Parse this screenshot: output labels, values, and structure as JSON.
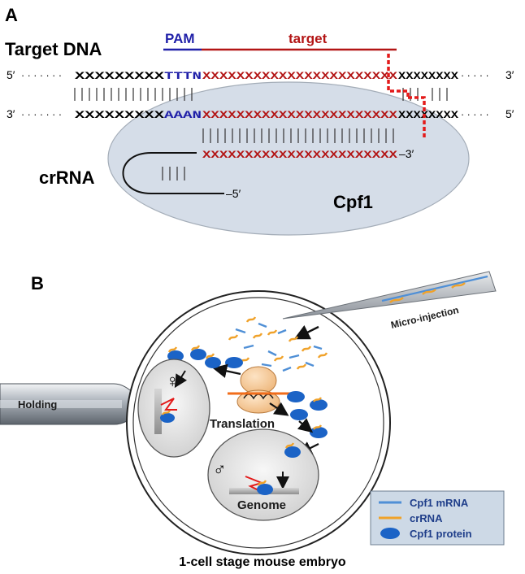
{
  "panel_a": {
    "letter": "A",
    "target_dna_label": "Target DNA",
    "pam_label": "PAM",
    "target_label": "target",
    "top_strand": {
      "five_prime": "5′",
      "three_prime": "3′",
      "left_seq": "XXXXXXXXX",
      "pam_seq": "TTTN",
      "target_seq": "XXXXXXXXXXXXXXXXXXXXXXX",
      "right_seq": "XXXXXXXX"
    },
    "bottom_strand": {
      "three_prime": "3′",
      "five_prime": "5′",
      "left_seq": "XXXXXXXXX",
      "pam_seq": "AAAN",
      "target_seq": "XXXXXXXXXXXXXXXXXXXXXXX",
      "right_seq": "XXXXXXXX"
    },
    "crrna_strand": {
      "seq": "XXXXXXXXXXXXXXXXXXXXXXX",
      "three_prime": "–3′",
      "five_prime": "–5′"
    },
    "crrna_label": "crRNA",
    "protein_label": "Cpf1",
    "colors": {
      "pam": "#1f1fa8",
      "target": "#b31515",
      "protein": "#d5dde8"
    }
  },
  "panel_b": {
    "letter": "B",
    "holding_label": "Holding",
    "injection_label": "Micro-injection",
    "translation_label": "Translation",
    "genome_label": "Genome",
    "female_symbol": "♀",
    "male_symbol": "♂",
    "embryo_label": "1-cell stage mouse embryo",
    "legend": {
      "items": [
        {
          "label": "Cpf1 mRNA",
          "icon": "line",
          "color": "#4f8fd6"
        },
        {
          "label": "crRNA",
          "icon": "line",
          "color": "#f0a22a"
        },
        {
          "label": "Cpf1 protein",
          "icon": "ellipse",
          "color": "#1b63c6"
        }
      ]
    }
  }
}
